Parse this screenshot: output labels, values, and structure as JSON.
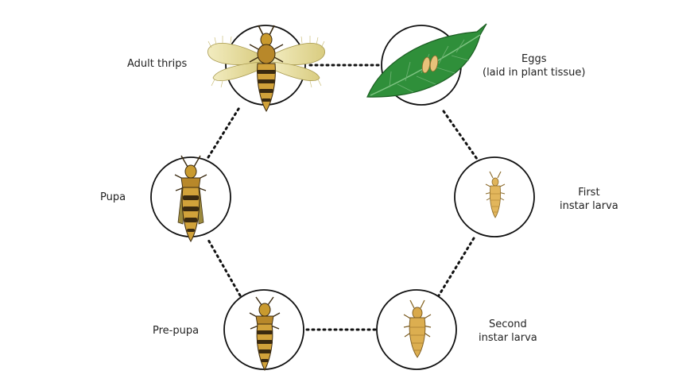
{
  "stages": {
    "adult": {
      "line1": "Adult thrips"
    },
    "eggs": {
      "line1": "Eggs",
      "line2": "(laid in plant tissue)"
    },
    "first_larva": {
      "line1": "First",
      "line2": "instar larva"
    },
    "second_larva": {
      "line1": "Second",
      "line2": "instar larva"
    },
    "prepupa": {
      "line1": "Pre-pupa"
    },
    "pupa": {
      "line1": "Pupa"
    }
  },
  "icons": [
    "adult-thrips-icon",
    "leaf-with-eggs-icon",
    "first-instar-larva-icon",
    "second-instar-larva-icon",
    "prepupa-icon",
    "pupa-icon"
  ],
  "colors": {
    "body_yellow": "#c99a2e",
    "body_dark": "#3a2a10",
    "wing": "#e8dfa0",
    "leaf": "#2f8f3a",
    "leaf_dark": "#1f6b28",
    "egg": "#e7c27a",
    "outline": "#111111"
  }
}
